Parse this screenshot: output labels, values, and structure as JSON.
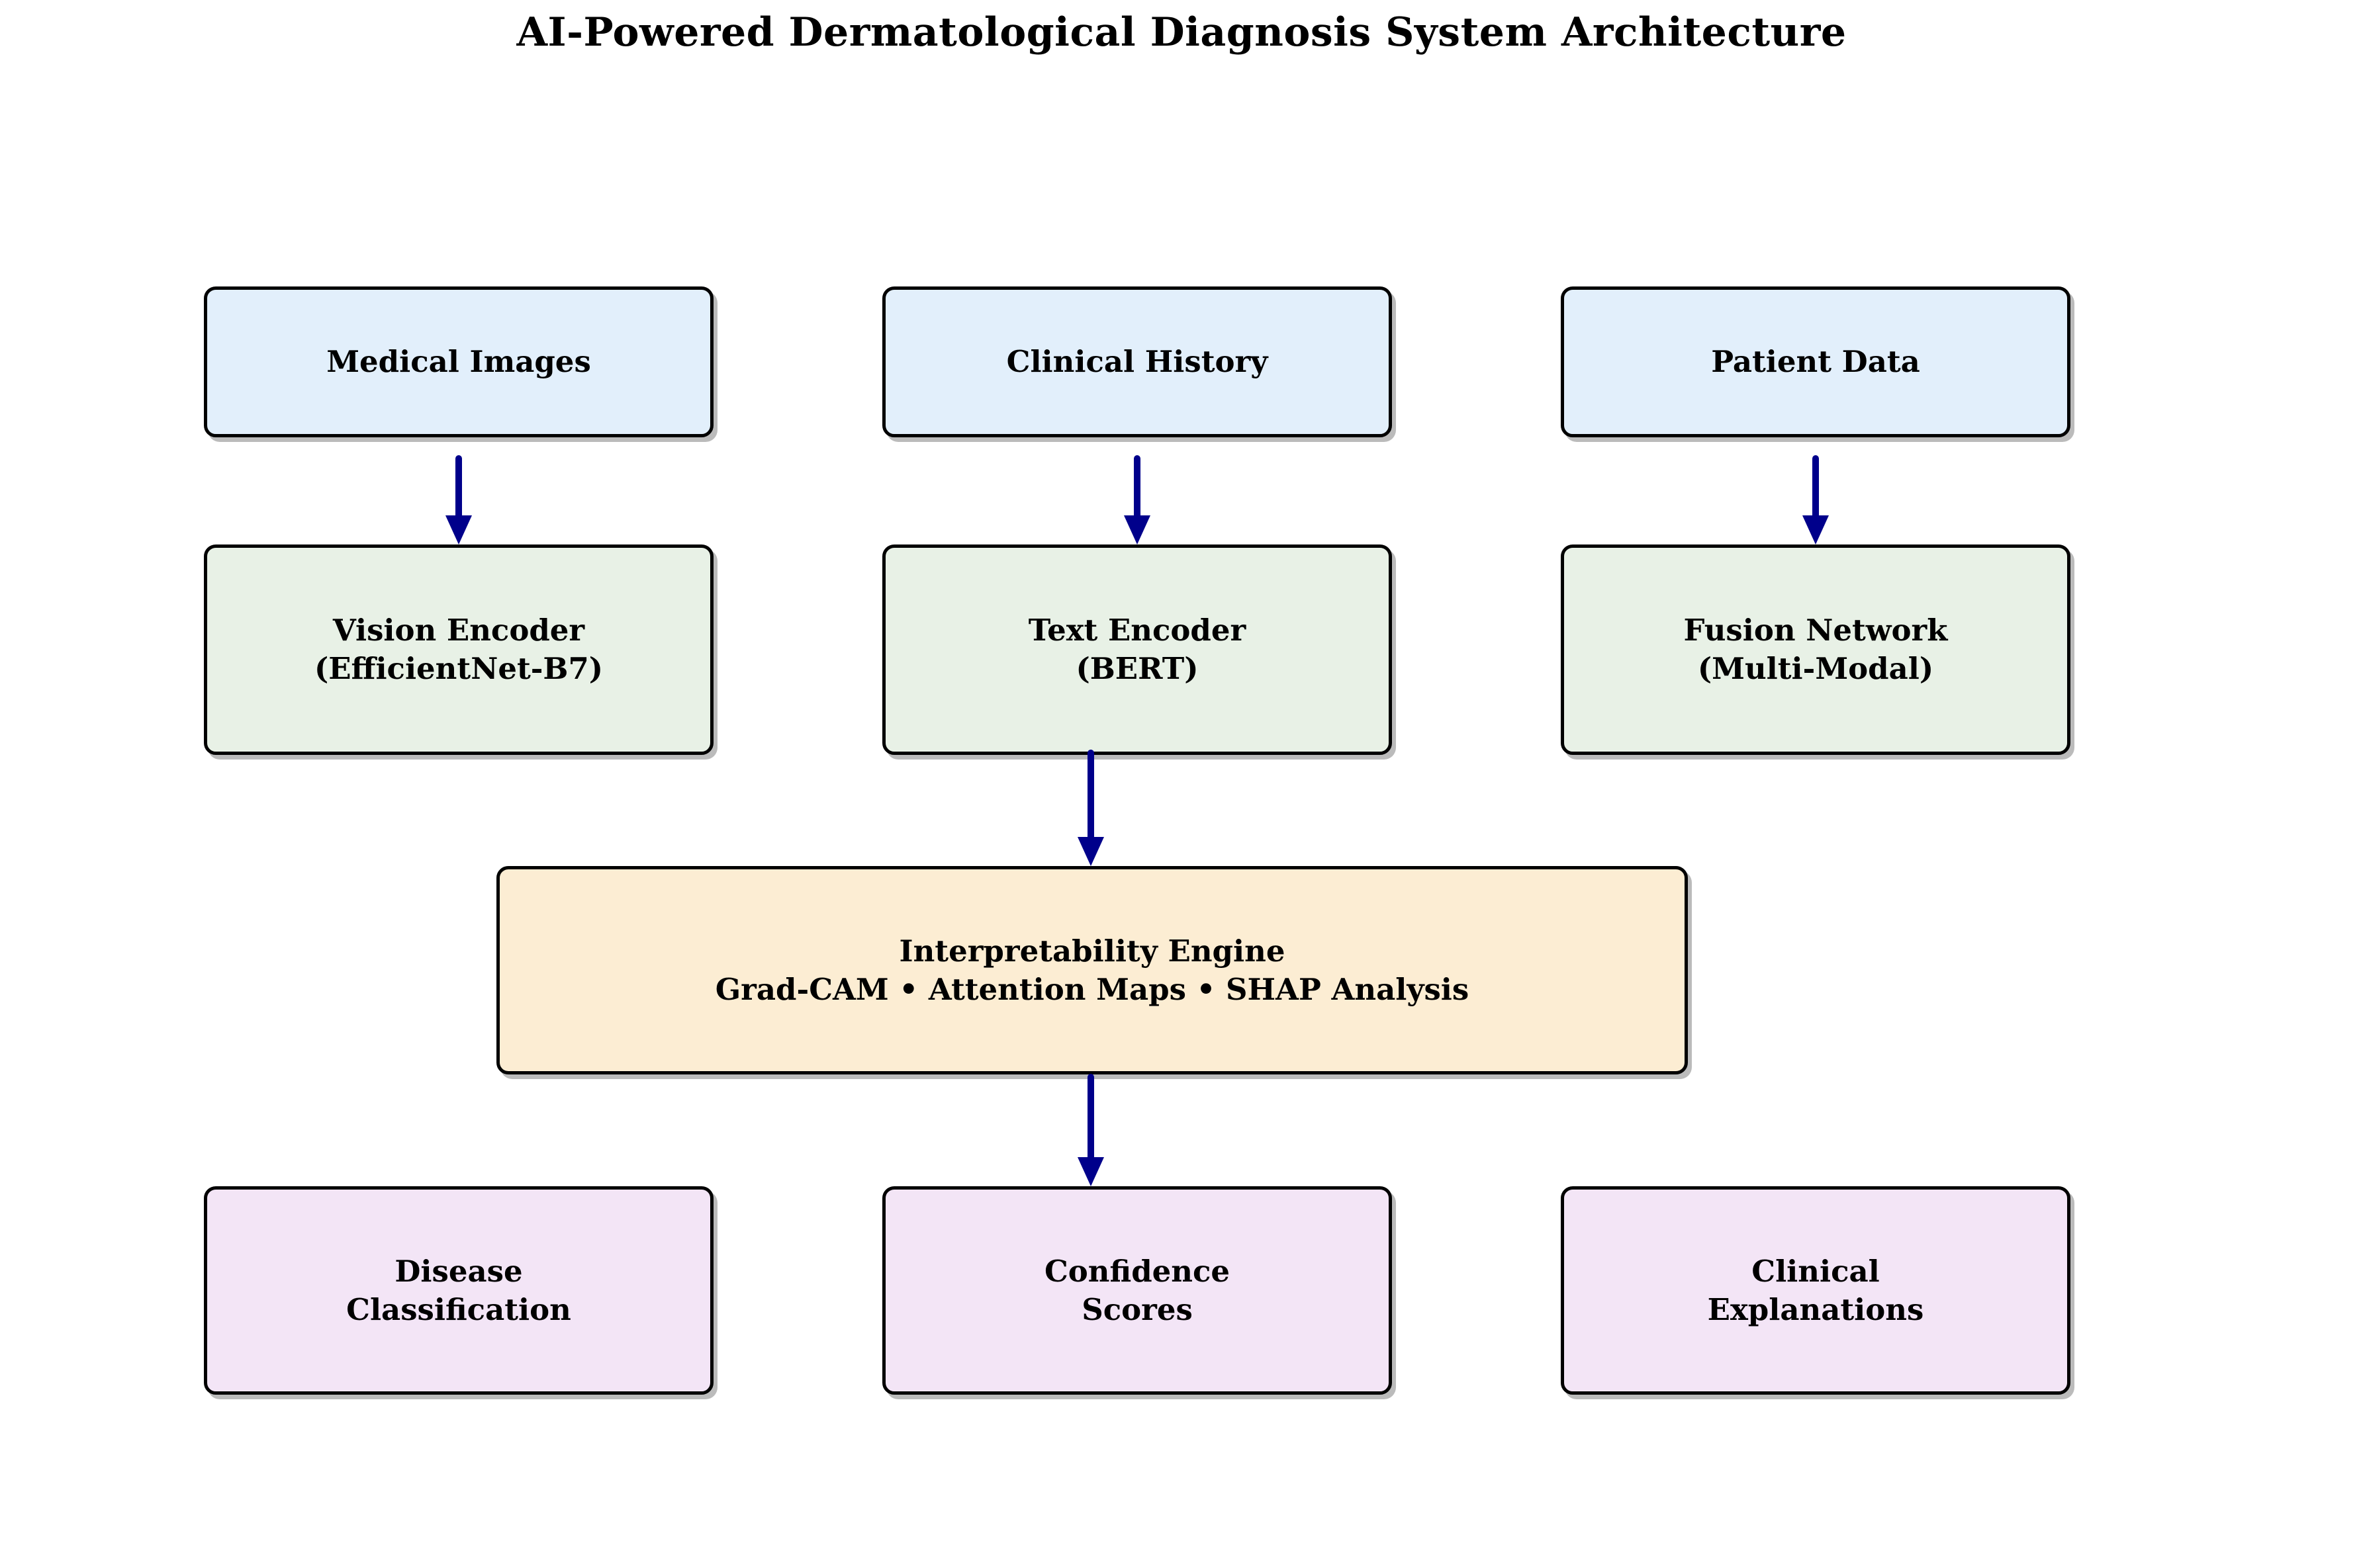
{
  "title": "AI-Powered Dermatological Diagnosis System Architecture",
  "diagram": {
    "inputs": [
      {
        "label": "Medical Images"
      },
      {
        "label": "Clinical History"
      },
      {
        "label": "Patient Data"
      }
    ],
    "encoders": [
      {
        "line1": "Vision Encoder",
        "line2": "(EfficientNet-B7)"
      },
      {
        "line1": "Text Encoder",
        "line2": "(BERT)"
      },
      {
        "line1": "Fusion Network",
        "line2": "(Multi-Modal)"
      }
    ],
    "interpretability": {
      "line1": "Interpretability Engine",
      "line2": "Grad-CAM • Attention Maps • SHAP Analysis"
    },
    "outputs": [
      {
        "line1": "Disease",
        "line2": "Classification"
      },
      {
        "line1": "Confidence",
        "line2": "Scores"
      },
      {
        "line1": "Clinical",
        "line2": "Explanations"
      }
    ]
  },
  "colors": {
    "input_fill": "#E2EFFB",
    "encoder_fill": "#E8F1E6",
    "interpretability_fill": "#FCEDD3",
    "output_fill": "#F3E5F6",
    "border": "#000000",
    "arrow": "#00008B"
  }
}
